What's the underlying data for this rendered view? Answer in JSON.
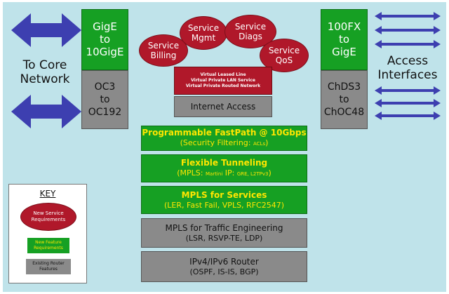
{
  "left_label": {
    "line1": "To Core",
    "line2": "Network"
  },
  "right_label": {
    "line1": "Access",
    "line2": "Interfaces"
  },
  "left_box": {
    "top": [
      "GigE",
      "to",
      "10GigE"
    ],
    "bottom": [
      "OC3",
      "to",
      "OC192"
    ]
  },
  "right_box": {
    "top": [
      "100FX",
      "to",
      "GigE"
    ],
    "bottom": [
      "ChDS3",
      "to",
      "ChOC48"
    ]
  },
  "services": [
    {
      "line1": "Service",
      "line2": "Billing"
    },
    {
      "line1": "Service",
      "line2": "Mgmt"
    },
    {
      "line1": "Service",
      "line2": "Diags"
    },
    {
      "line1": "Service",
      "line2": "QoS"
    }
  ],
  "virtual_services": [
    "Virtual Leased Line",
    "Virtual Private LAN Service",
    "Virtual Private Routed Network"
  ],
  "internet_access": "Internet Access",
  "layers": [
    {
      "title": "Programmable FastPath @ 10Gbps",
      "sub_a": "(Security Filtering: ",
      "sub_small": "ACLs",
      "sub_b": ")"
    },
    {
      "title": "Flexible Tunneling",
      "sub_a": "(MPLS: ",
      "sub_small": "Martini",
      "sub_b": " IP: ",
      "sub_small2": "GRE, L2TPv3",
      "sub_c": ")"
    },
    {
      "title": "MPLS for Services",
      "sub": "(LER, Fast Fail, VPLS, RFC2547)"
    },
    {
      "title": "MPLS for Traffic Engineering",
      "sub": "(LSR, RSVP-TE, LDP)"
    },
    {
      "title": "IPv4/IPv6 Router",
      "sub": "(OSPF, IS-IS, BGP)"
    }
  ],
  "key": {
    "title": "KEY",
    "new_service": [
      "New Service",
      "Requirements"
    ],
    "new_feature": [
      "New Feature",
      "Requirements"
    ],
    "existing": [
      "Existing Router",
      "Features"
    ]
  },
  "colors": {
    "background": "#bfe3ea",
    "green": "#16a023",
    "red": "#b0182a",
    "gray": "#8a8a8a",
    "arrow": "#3d3fb0",
    "yellow_text": "#ffe600"
  }
}
